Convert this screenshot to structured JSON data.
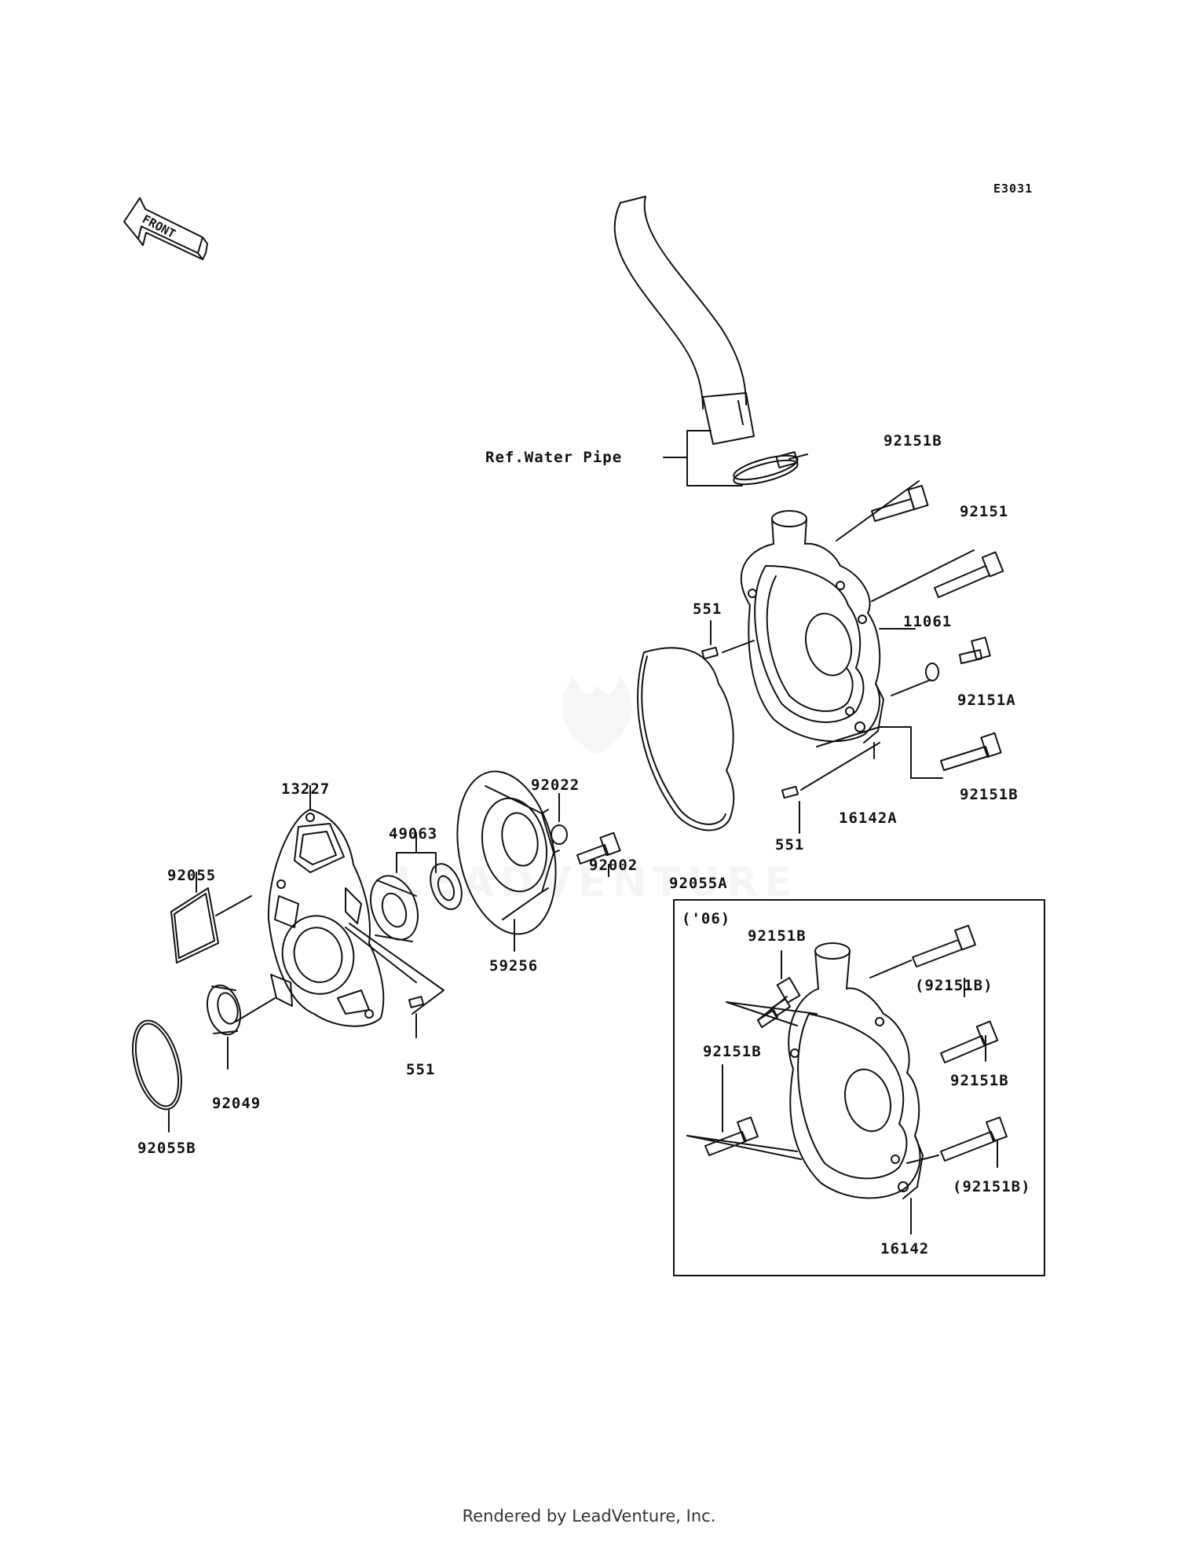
{
  "diagram_code": "E3031",
  "front_label": "FRONT",
  "ref_label": "Ref.Water Pipe",
  "inset_label": "('06)",
  "footer": "Rendered by LeadVenture, Inc.",
  "watermark": "LEADVENTURE",
  "parts": {
    "p92151B_top": "92151B",
    "p92151": "92151",
    "p551_upper": "551",
    "p11061": "11061",
    "p92151A": "92151A",
    "p92151B_right": "92151B",
    "p16142A": "16142A",
    "p551_mid": "551",
    "p13227": "13227",
    "p49063": "49063",
    "p92022": "92022",
    "p92002": "92002",
    "p92055A": "92055A",
    "p92055": "92055",
    "p59256": "59256",
    "p551_lower": "551",
    "p92049": "92049",
    "p92055B": "92055B",
    "inset_92151B_a": "92151B",
    "inset_92151B_b": "(92151B)",
    "inset_92151B_c": "92151B",
    "inset_92151B_d": "92151B",
    "inset_92151B_e": "(92151B)",
    "inset_16142": "16142"
  }
}
